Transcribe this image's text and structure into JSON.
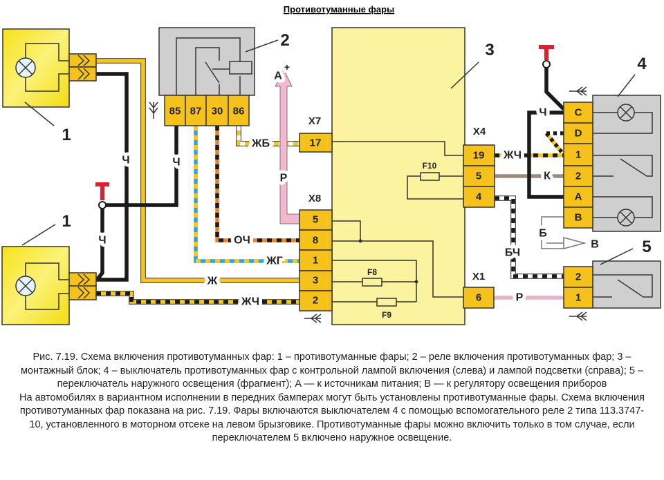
{
  "title": "Противотуманные фары",
  "component_numbers": {
    "lamp_top": "1",
    "lamp_bottom": "1",
    "relay": "2",
    "block": "3",
    "switch": "4",
    "light_switch": "5"
  },
  "relay_pins": [
    "85",
    "87",
    "30",
    "86"
  ],
  "connectors": {
    "x7": {
      "name": "X7",
      "pins": [
        "17"
      ]
    },
    "x8": {
      "name": "X8",
      "pins": [
        "5",
        "8",
        "1",
        "3",
        "2"
      ]
    },
    "x4": {
      "name": "X4",
      "pins": [
        "19",
        "5",
        "4"
      ]
    },
    "x1": {
      "name": "X1",
      "pins": [
        "6"
      ]
    }
  },
  "switch4_pins": [
    "C",
    "D",
    "1",
    "2",
    "A",
    "B"
  ],
  "switch5_pins": [
    "2",
    "1"
  ],
  "fuses": [
    "F10",
    "F8",
    "F9"
  ],
  "wire_labels": {
    "lamp_top_black": "Ч",
    "relay85_black": "Ч",
    "lamp_bottom_black": "Ч",
    "relay86": "ЖБ",
    "pink_a": "Р",
    "relay30": "ОЧ",
    "relay87": "ЖГ",
    "lamp_yellow": "Ж",
    "lamp_yb": "ЖЧ",
    "sw_black": "Ч",
    "sw_yb": "ЖЧ",
    "sw_brown": "К",
    "sw_white": "Б",
    "sw5_bw": "БЧ",
    "sw5_pink": "Р"
  },
  "power": {
    "a": "A",
    "plus": "+",
    "b": "В"
  },
  "colors": {
    "connector": "#f5c21b",
    "block": "#fbf3a0",
    "relay_body": "#cfcfcf",
    "ground": "#e02030"
  },
  "caption": [
    "Рис. 7.19. Схема включения противотуманных фар: 1 – противотуманные фары; 2 – реле включения противотуманных фар; 3 – монтажный блок; 4 – выключатель противотуманных фар с контрольной лампой включения (слева) и лампой подсветки (справа); 5 – переключатель наружного освещения (фрагмент); А — к источникам питания; В — к регулятору освещения приборов",
    "На автомобилях в вариантном исполнении в передних бамперах могут быть установлены противотуманные фары. Схема включения противотуманных фар показана на рис. 7.19. Фары включаются выключателем 4 с помощью вспомогательного реле 2 типа 113.3747-10, установленного в моторном отсеке на левом брызговике. Противотуманные фары можно включить только в том случае, если переключателем 5 включено наружное освещение."
  ]
}
